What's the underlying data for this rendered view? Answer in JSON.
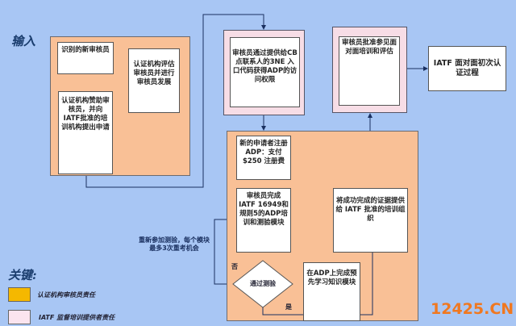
{
  "input_label": "输入",
  "left_panel": {
    "identify": "识别的新审核员",
    "evaluate": "认证机构评估审核员并进行审核员发展",
    "sponsor": "认证机构赞助审核员，并向IATF批准的培训机构提出申请"
  },
  "access": "审核员通过提供给CB点联系人的3NE 入口代码获得ADP的访问权限",
  "approve": "审核员批准参见面对面培训和评估",
  "iatf_process": "IATF 面对面初次认证过程",
  "lower_panel": {
    "register": "新的申请者注册ADP：支付$250 注册费",
    "complete": "审核员完成IATF 16949和规则5的ADP培训和测验模块",
    "decision": "通过测验",
    "no": "否",
    "yes": "是",
    "prelearn": "在ADP上完成预先学习知识模块",
    "evidence": "将成功完成的证据提供给 IATF 批准的培训组织"
  },
  "retake_note": "重新参加测验，每个模块最多3次重考机会",
  "legend": {
    "title": "关键:",
    "items": [
      {
        "label": "认证机构审核员责任",
        "color": "#f5b800"
      },
      {
        "label": "IATF 监督培训提供者责任",
        "color": "#fbe4ef"
      }
    ]
  },
  "watermark": "12425.CN"
}
